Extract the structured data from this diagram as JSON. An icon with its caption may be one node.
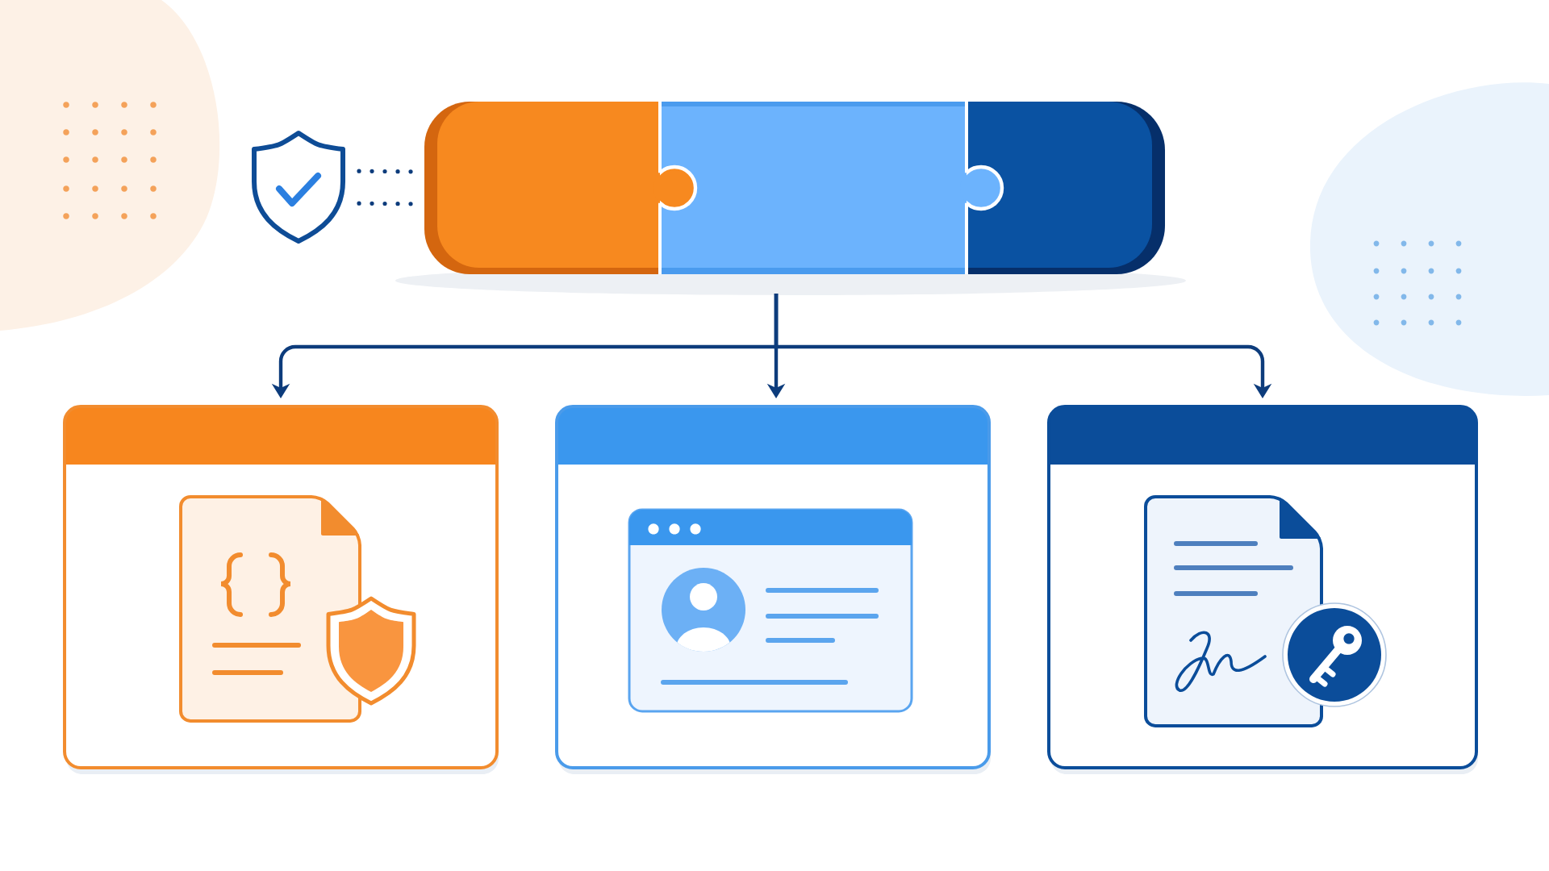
{
  "diagram": {
    "nodes": [
      {
        "text": [],
        "shape": "picture"
      },
      {
        "text": [],
        "shape": "bar"
      },
      {
        "text": [],
        "shape": "box"
      },
      {
        "text": [],
        "shape": "box"
      },
      {
        "text": [],
        "shape": "box"
      }
    ],
    "edges": [
      {
        "from": 0,
        "to": 1,
        "arrow": "none",
        "style": "dashed"
      },
      {
        "from": 0,
        "to": 1,
        "arrow": "none",
        "style": "dashed"
      },
      {
        "from": 1,
        "to": 2,
        "arrow": "to"
      },
      {
        "from": 1,
        "to": 3,
        "arrow": "to"
      },
      {
        "from": 1,
        "to": 4,
        "arrow": "to"
      }
    ]
  }
}
